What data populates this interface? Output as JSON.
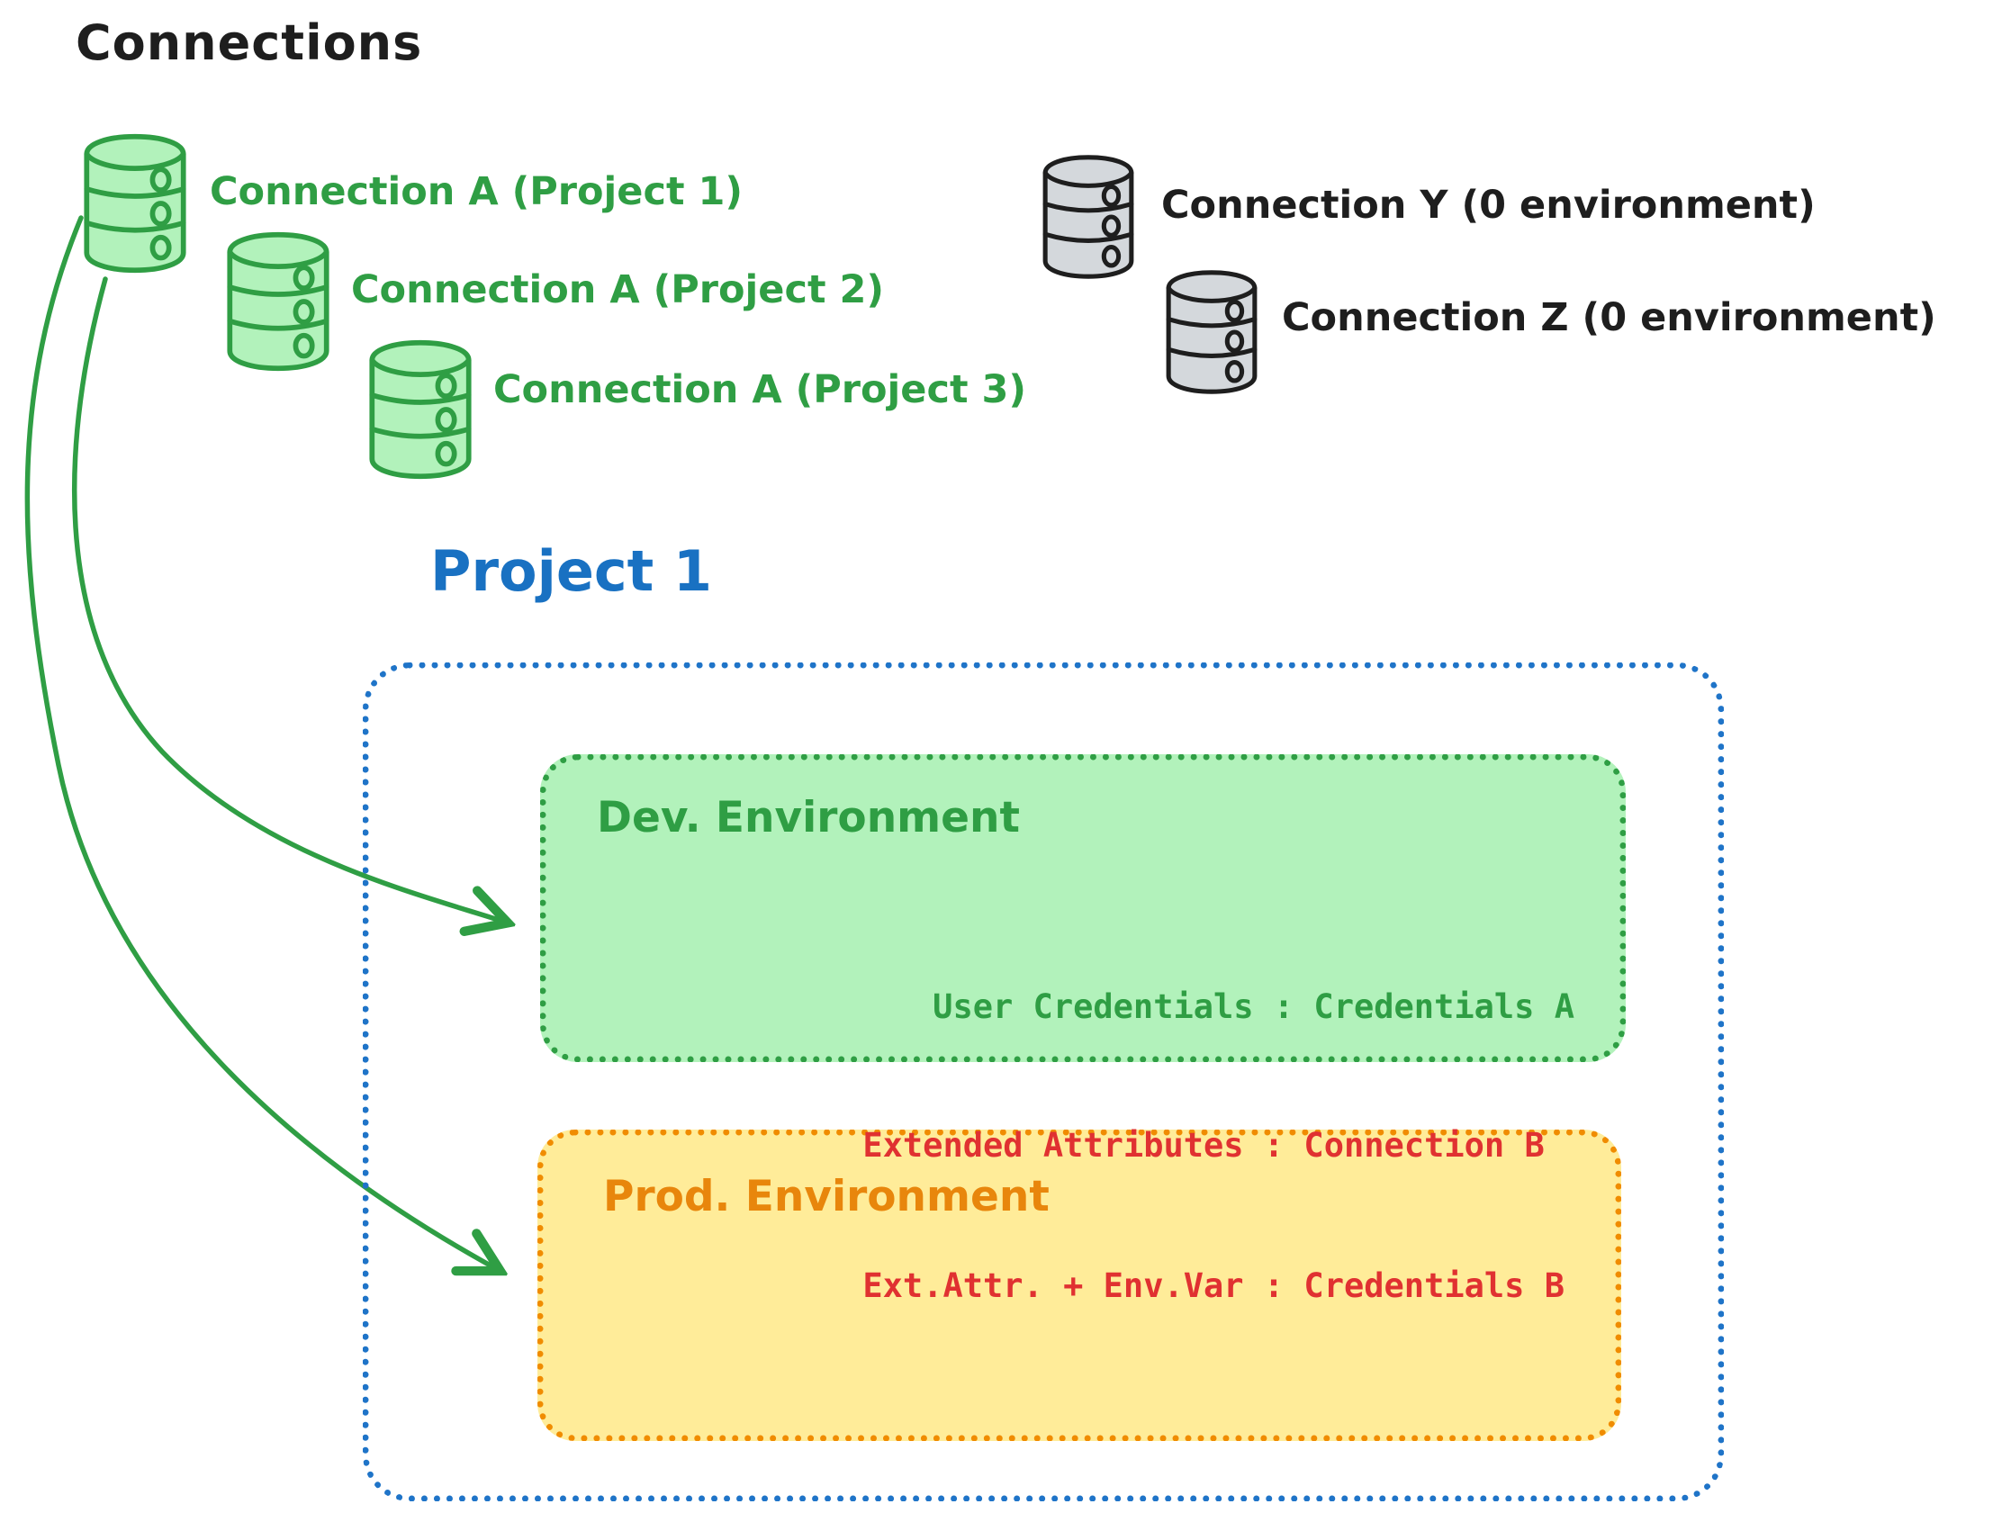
{
  "title": "Connections",
  "connections_green": [
    {
      "label": "Connection A (Project 1)"
    },
    {
      "label": "Connection A (Project 2)"
    },
    {
      "label": "Connection A (Project 3)"
    }
  ],
  "connections_gray": [
    {
      "label": "Connection Y (0 environment)"
    },
    {
      "label": "Connection Z (0 environment)"
    }
  ],
  "project": {
    "title": "Project 1",
    "dev_environment": {
      "title": "Dev. Environment",
      "credentials": "User Credentials : Credentials A"
    },
    "prod_environment": {
      "title": "Prod. Environment",
      "lines": [
        "Extended Attributes : Connection B",
        "Ext.Attr. + Env.Var : Credentials B"
      ]
    }
  },
  "colors": {
    "green_stroke": "#2f9e44",
    "green_fill": "#b2f2bb",
    "gray_stroke": "#1e1e1e",
    "gray_fill": "#d4d8dc",
    "blue": "#1971c2",
    "orange_stroke": "#f08c00",
    "orange_text": "#e8860c",
    "yellow_fill": "#ffec99",
    "red_text": "#e03131",
    "title_text": "#1e1e1e"
  }
}
